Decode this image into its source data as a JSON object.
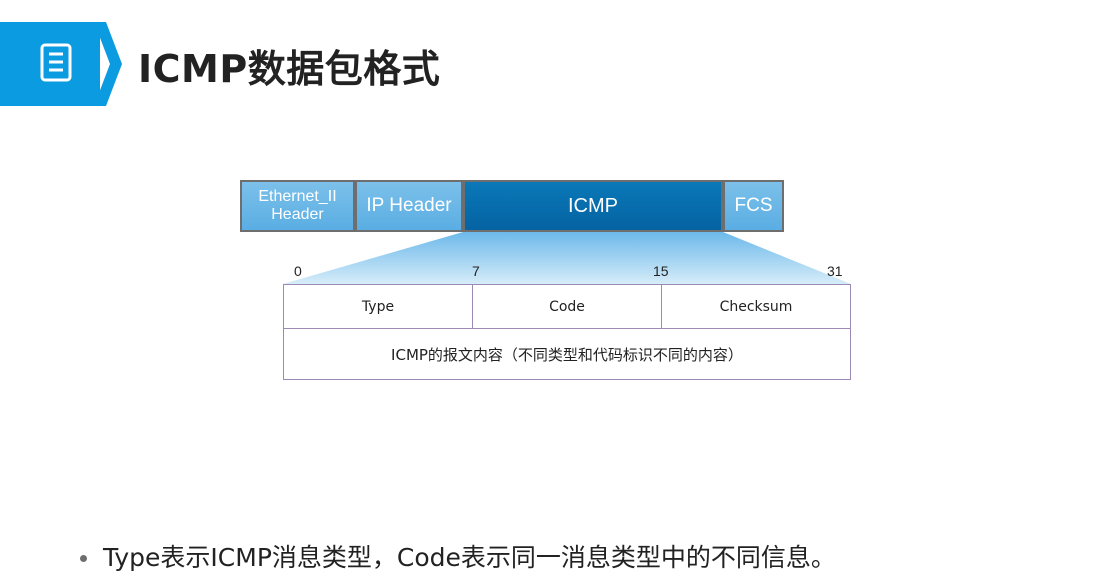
{
  "header": {
    "title": "ICMP数据包格式",
    "icon": "document-list-icon",
    "accent_color": "#0a9be0"
  },
  "frame": {
    "ethernet_line1": "Ethernet_II",
    "ethernet_line2": "Header",
    "ip_header": "IP Header",
    "icmp": "ICMP",
    "fcs": "FCS"
  },
  "bits": [
    "0",
    "7",
    "15",
    "31"
  ],
  "packet": {
    "type": "Type",
    "code": "Code",
    "checksum": "Checksum",
    "content": "ICMP的报文内容（不同类型和代码标识不同的内容）"
  },
  "bullet": {
    "text": "Type表示ICMP消息类型，Code表示同一消息类型中的不同信息。"
  }
}
